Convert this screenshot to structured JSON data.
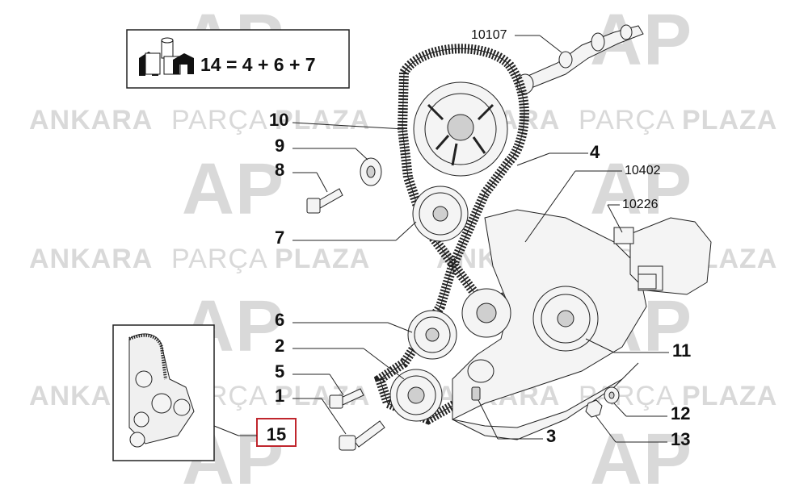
{
  "kit_formula": "14 = 4 + 6 + 7",
  "callouts": {
    "c1": "1",
    "c2": "2",
    "c3": "3",
    "c4": "4",
    "c5": "5",
    "c6": "6",
    "c7": "7",
    "c8": "8",
    "c9": "9",
    "c10": "10",
    "c11": "11",
    "c12": "12",
    "c13": "13",
    "c15": "15",
    "r10107": "10107",
    "r10402": "10402",
    "r10226": "10226"
  },
  "watermark": {
    "word1": "ANKARA",
    "word2": "PARÇA",
    "word3": "PLAZA",
    "logo": "AP"
  },
  "colors": {
    "highlight_box": "#c0262d",
    "watermark": "#d9d9d9",
    "ink": "#222222"
  }
}
